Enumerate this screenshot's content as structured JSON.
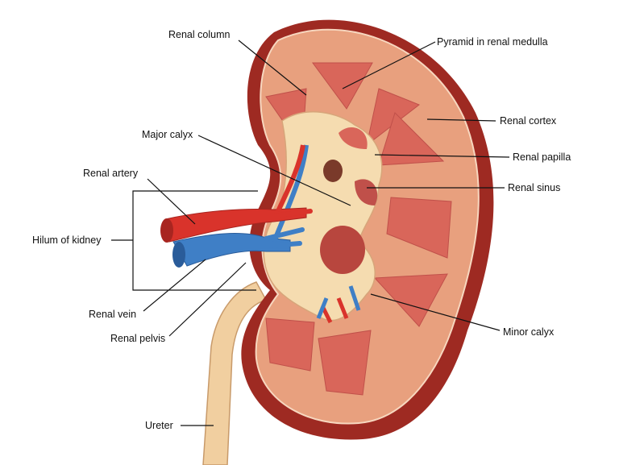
{
  "labels": {
    "renal_column": "Renal column",
    "pyramid": "Pyramid in renal medulla",
    "renal_cortex": "Renal cortex",
    "major_calyx": "Major calyx",
    "renal_papilla": "Renal papilla",
    "renal_artery": "Renal artery",
    "renal_sinus": "Renal sinus",
    "hilum": "Hilum of kidney",
    "renal_vein": "Renal vein",
    "renal_pelvis": "Renal pelvis",
    "minor_calyx": "Minor calyx",
    "ureter": "Ureter"
  },
  "colors": {
    "capsule": "#9e2a22",
    "cortex": "#e8a07e",
    "pyramid": "#d9665a",
    "sinus": "#f5dcb0",
    "artery": "#d9332b",
    "vein": "#3f7fc6",
    "ureter": "#f1cfa0"
  }
}
